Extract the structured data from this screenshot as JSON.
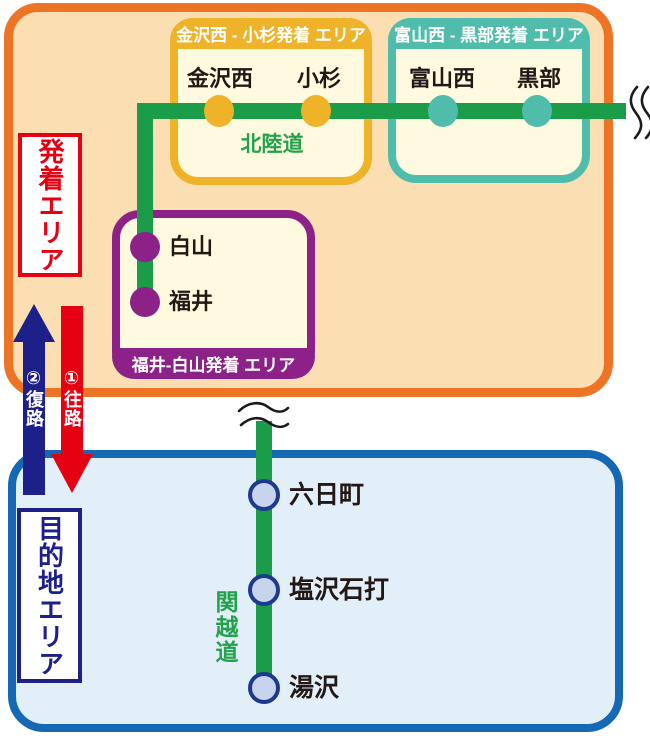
{
  "departure": {
    "area_label": "発着エリア",
    "hokuriku_road": "北陸道",
    "groups": [
      {
        "title": "金沢西 - 小杉発着 エリア",
        "stations": [
          "金沢西",
          "小杉"
        ]
      },
      {
        "title": "富山西 - 黒部発着 エリア",
        "stations": [
          "富山西",
          "黒部"
        ]
      },
      {
        "title": "福井-白山発着 エリア",
        "stations": [
          "白山",
          "福井"
        ]
      }
    ]
  },
  "destination": {
    "area_label": "目的地エリア",
    "kanetsu_road": "関越道",
    "stations": [
      "六日町",
      "塩沢石打",
      "湯沢"
    ]
  },
  "arrows": {
    "outbound_label": "①往路",
    "return_label": "②復路"
  },
  "colors": {
    "departure_border": "#ED7425",
    "departure_fill": "#FBDFB3",
    "group_gold": "#EFB32A",
    "group_teal": "#50BCAC",
    "group_purple": "#8C2287",
    "group_fill": "#FDFADF",
    "road_green": "#1A9C49",
    "road_text_green": "#23A14B",
    "outbound_red": "#E50012",
    "return_navy": "#1D2088",
    "destination_border": "#1568B3",
    "destination_fill": "#E2EEF8",
    "dest_node_fill": "#C8D3ED",
    "dest_node_stroke": "#1E3A8F",
    "station_text": "#231815"
  }
}
